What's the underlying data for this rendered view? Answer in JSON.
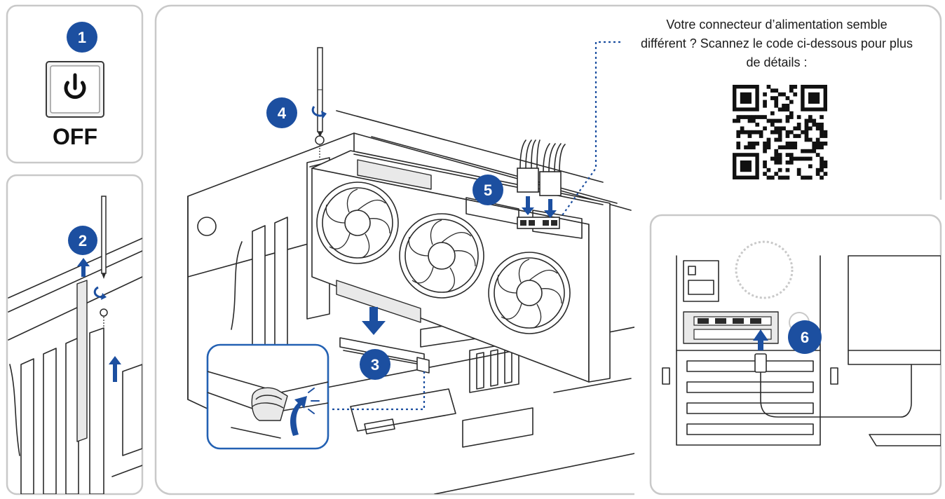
{
  "steps": {
    "step1": "1",
    "step2": "2",
    "step3": "3",
    "step4": "4",
    "step5": "5",
    "step6": "6"
  },
  "power_label": "OFF",
  "note_lines": [
    "Votre connecteur d’alimentation semble",
    "différent ? Scannez le code ci-dessous pour plus",
    "de détails :"
  ],
  "icons": {
    "power": "power-icon",
    "qr": "qr-code-icon",
    "screwdriver": "screwdriver-icon",
    "fan": "fan-icon"
  },
  "colors": {
    "accent": "#1c4fa0",
    "line": "#2a2a2a",
    "panel_border": "#c9c9c9"
  }
}
